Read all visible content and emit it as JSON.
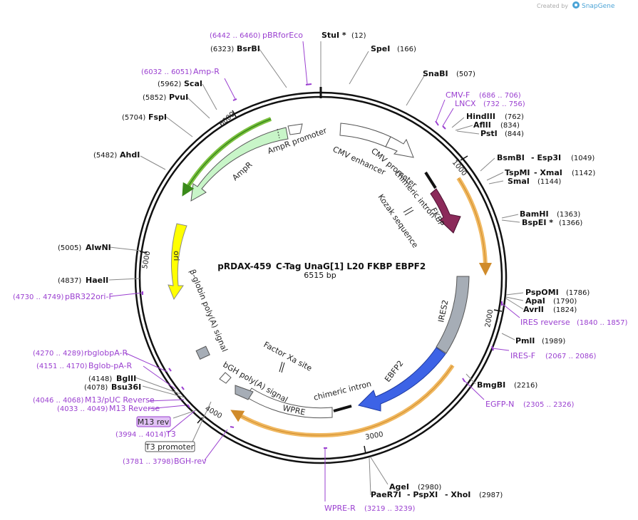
{
  "credit": {
    "prefix": "Created by",
    "brand": "SnapGene"
  },
  "plasmid": {
    "name": "pRDAX-459",
    "subtitle": "C-Tag UnaG[1] L20 FKBP EBPF2",
    "size": "6515 bp"
  },
  "tick_labels": [
    "1000",
    "2000",
    "3000",
    "4000",
    "5000",
    "6000"
  ],
  "sites": [
    {
      "name": "StuI *",
      "pos": "(12)"
    },
    {
      "name": "SpeI",
      "pos": "(166)"
    },
    {
      "name": "SnaBI",
      "pos": "(507)"
    },
    {
      "name": "HindIII",
      "pos": "(762)"
    },
    {
      "name": "AflII",
      "pos": "(834)"
    },
    {
      "name": "PstI",
      "pos": "(844)"
    },
    {
      "name": "BsmBI",
      "pos": ""
    },
    {
      "name": "- Esp3I",
      "pos": "(1049)"
    },
    {
      "name": "TspMI",
      "pos": ""
    },
    {
      "name": "- XmaI",
      "pos": "(1142)"
    },
    {
      "name": "SmaI",
      "pos": "(1144)"
    },
    {
      "name": "BamHI",
      "pos": "(1363)"
    },
    {
      "name": "BspEI *",
      "pos": "(1366)"
    },
    {
      "name": "PspOMI",
      "pos": "(1786)"
    },
    {
      "name": "ApaI",
      "pos": "(1790)"
    },
    {
      "name": "AvrII",
      "pos": "(1824)"
    },
    {
      "name": "PmlI",
      "pos": "(1989)"
    },
    {
      "name": "BmgBI",
      "pos": "(2216)"
    },
    {
      "name": "AgeI",
      "pos": "(2980)"
    },
    {
      "name": "PaeR7I",
      "pos": ""
    },
    {
      "name": "- PspXI",
      "pos": ""
    },
    {
      "name": "- XhoI",
      "pos": "(2987)"
    },
    {
      "name": "BglII",
      "pos": "(4148)"
    },
    {
      "name": "Bsu36I",
      "pos": "(4078)"
    },
    {
      "name": "HaeII",
      "pos": "(4837)"
    },
    {
      "name": "AlwNI",
      "pos": "(5005)"
    },
    {
      "name": "AhdI",
      "pos": "(5482)"
    },
    {
      "name": "FspI",
      "pos": "(5704)"
    },
    {
      "name": "PvuI",
      "pos": "(5852)"
    },
    {
      "name": "ScaI",
      "pos": "(5962)"
    },
    {
      "name": "BsrBI",
      "pos": "(6323)"
    }
  ],
  "primers": [
    {
      "name": "pBRforEco",
      "pos": "(6442 .. 6460)"
    },
    {
      "name": "Amp-R",
      "pos": "(6032 .. 6051)"
    },
    {
      "name": "CMV-F",
      "pos": "(686 .. 706)"
    },
    {
      "name": "LNCX",
      "pos": "(732 .. 756)"
    },
    {
      "name": "IRES reverse",
      "pos": "(1840 .. 1857)"
    },
    {
      "name": "IRES-F",
      "pos": "(2067 .. 2086)"
    },
    {
      "name": "EGFP-N",
      "pos": "(2305 .. 2326)"
    },
    {
      "name": "WPRE-R",
      "pos": "(3219 .. 3239)"
    },
    {
      "name": "BGH-rev",
      "pos": "(3781 .. 3798)"
    },
    {
      "name": "T3",
      "pos": "(3994 .. 4014)"
    },
    {
      "name": "M13 Reverse",
      "pos": "(4033 .. 4049)"
    },
    {
      "name": "M13/pUC Reverse",
      "pos": "(4046 .. 4068)"
    },
    {
      "name": "Bglob-pA-R",
      "pos": "(4151 .. 4170)"
    },
    {
      "name": "rbglobpA-R",
      "pos": "(4270 .. 4289)"
    },
    {
      "name": "pBR322ori-F",
      "pos": "(4730 .. 4749)"
    }
  ],
  "boxed_labels": [
    "M13 rev",
    "T3 promoter"
  ],
  "features": [
    "CMV enhancer",
    "CMV promoter",
    "chimeric intron",
    "Kozak sequence",
    "FKBP",
    "IRES2",
    "EBFP2",
    "chimeric intron",
    "WPRE",
    "bGH poly(A) signal",
    "Factor Xa site",
    "β-globin poly(A) signal",
    "ori",
    "AmpR",
    "AmpR promoter"
  ],
  "colors": {
    "backbone": "#111111",
    "primer": "#9a3fd0",
    "fkbp": "#8b2a5a",
    "ires": "#a6adb6",
    "ebfp2": "#3d63e6",
    "ampr": "#c8f5c8",
    "ori": "#ffff00",
    "orf_arrow": "#f0b860",
    "ampr_orf": "#7dc241"
  }
}
